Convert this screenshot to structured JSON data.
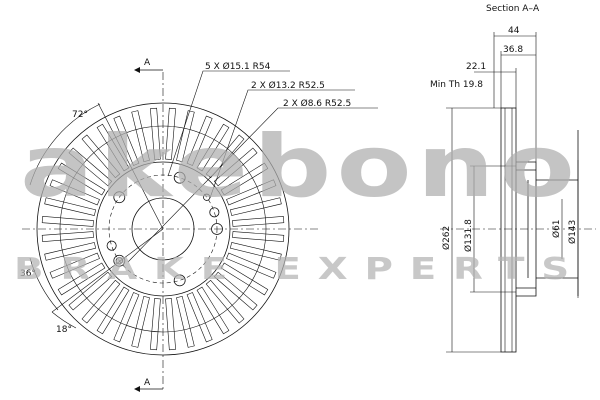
{
  "section_title": "Section A–A",
  "section_marks": [
    "A",
    "A"
  ],
  "holes": [
    "5 X Ø15.1  R54",
    "2 X Ø13.2  R52.5",
    "2 X Ø8.6  R52.5"
  ],
  "angles": [
    "72°",
    "36°",
    "18°"
  ],
  "dims_horizontal": [
    "44",
    "36.8",
    "22.1"
  ],
  "min_thickness": "Min Th 19.8",
  "dims_vertical": [
    "Ø262",
    "Ø131.8",
    "Ø61",
    "Ø143"
  ],
  "watermark": {
    "brand": "akebono",
    "tagline": "BRAKE EXPERTS"
  }
}
